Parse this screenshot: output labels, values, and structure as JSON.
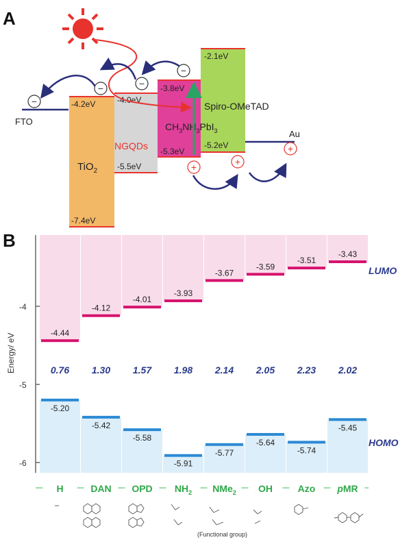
{
  "panel_a": {
    "letter": "A",
    "fto": "FTO",
    "au": "Au",
    "minus": "−",
    "plus": "+",
    "tio2": {
      "name_pre": "TiO",
      "name_sub": "2",
      "top": "-4.2eV",
      "bottom": "-7.4eV",
      "color": "#f3b866"
    },
    "ngqds": {
      "name": "NGQDs",
      "top": "-4.0eV",
      "bottom": "-5.5eV",
      "color": "#d6d6d6"
    },
    "perovskite": {
      "p1": "CH",
      "s1": "3",
      "p2": "NH",
      "s2": "3",
      "p3": "PbI",
      "s3": "3",
      "top": "-3.8eV",
      "bottom": "-5.3eV",
      "color": "#e0409a"
    },
    "spiro": {
      "name": "Spiro-OMeTAD",
      "top": "-2.1eV",
      "bottom": "-5.2eV",
      "color": "#a8d65a"
    }
  },
  "panel_b": {
    "letter": "B",
    "y_axis_label": "Energy/ eV",
    "lumo_label": "LUMO",
    "homo_label": "HOMO",
    "functional_group_label": "(Functional group)",
    "colors": {
      "lumo_line": "#d6136e",
      "homo_line": "#2b8ad4",
      "lumo_fill": "#f9dcea",
      "homo_fill": "#dceef9",
      "group_text": "#2fa84a",
      "gap_text": "#2a3a8c"
    }
  },
  "chart_data": {
    "type": "bar",
    "categories": [
      "H",
      "DAN",
      "OPD",
      "NH2",
      "NMe2",
      "OH",
      "Azo",
      "pMR"
    ],
    "category_labels": [
      {
        "main": "H"
      },
      {
        "main": "DAN"
      },
      {
        "main": "OPD"
      },
      {
        "main": "NH",
        "sub": "2"
      },
      {
        "main": "NMe",
        "sub": "2"
      },
      {
        "main": "OH"
      },
      {
        "main": "Azo"
      },
      {
        "main": "MR",
        "italic_prefix": "p"
      }
    ],
    "series": [
      {
        "name": "LUMO",
        "values": [
          -4.44,
          -4.12,
          -4.01,
          -3.93,
          -3.67,
          -3.59,
          -3.51,
          -3.43
        ],
        "labels": [
          "-4.44",
          "-4.12",
          "-4.01",
          "-3.93",
          "-3.67",
          "-3.59",
          "-3.51",
          "-3.43"
        ]
      },
      {
        "name": "HOMO",
        "values": [
          -5.2,
          -5.42,
          -5.58,
          -5.91,
          -5.77,
          -5.64,
          -5.74,
          -5.45
        ],
        "labels": [
          "-5.20",
          "-5.42",
          "-5.58",
          "-5.91",
          "-5.77",
          "-5.64",
          "-5.74",
          "-5.45"
        ]
      }
    ],
    "band_gaps": [
      0.76,
      1.3,
      1.57,
      1.98,
      2.14,
      2.05,
      2.23,
      2.02
    ],
    "band_gap_labels": [
      "0.76",
      "1.30",
      "1.57",
      "1.98",
      "2.14",
      "2.05",
      "2.23",
      "2.02"
    ],
    "ylabel": "Energy/ eV",
    "yticks": [
      -4,
      -5,
      -6
    ],
    "ytick_labels": [
      "-4",
      "-5",
      "-6"
    ],
    "ylim": [
      -6.2,
      -3.0
    ],
    "grid": false
  }
}
